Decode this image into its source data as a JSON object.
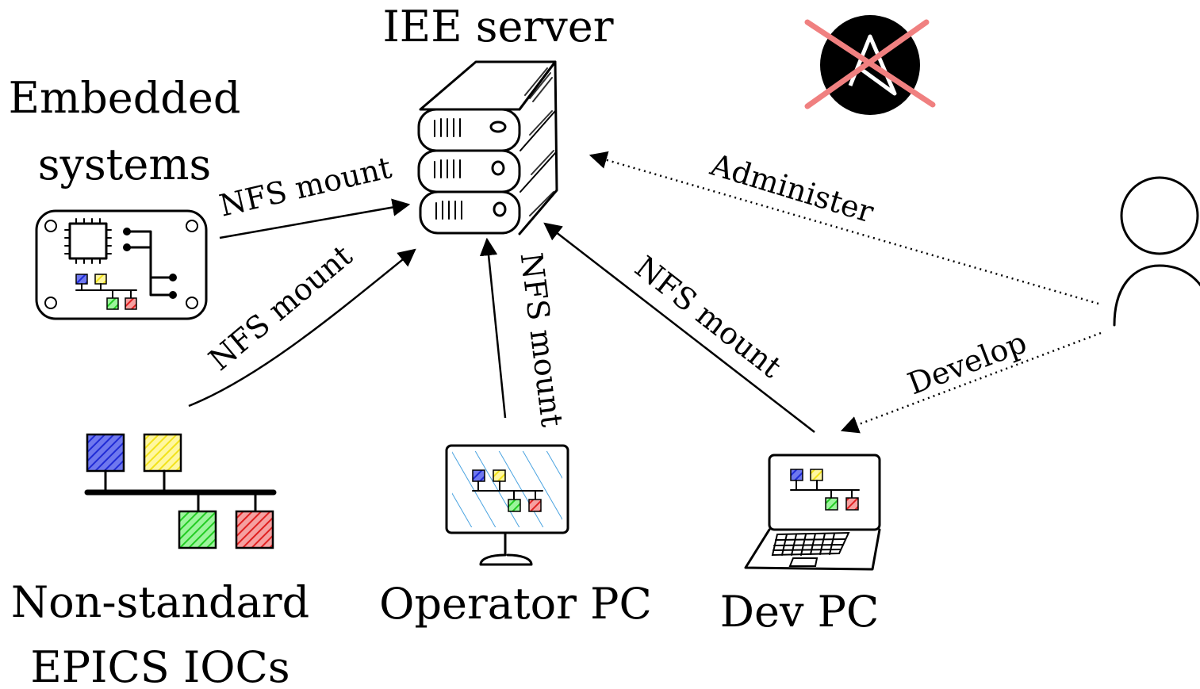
{
  "nodes": {
    "server": {
      "label": "IEE server"
    },
    "embedded": {
      "label_line1": "Embedded",
      "label_line2": "systems"
    },
    "iocs": {
      "label_line1": "Non-standard",
      "label_line2": "EPICS IOCs"
    },
    "operator": {
      "label": "Operator PC"
    },
    "dev": {
      "label": "Dev PC"
    }
  },
  "edges": {
    "embedded_to_server": "NFS mount",
    "iocs_to_server": "NFS mount",
    "operator_to_server": "NFS mount",
    "dev_to_server": "NFS mount",
    "user_administer": "Administer",
    "user_develop": "Develop"
  },
  "icons": {
    "ansible": "ansible-logo-crossed-out",
    "user": "user-icon",
    "server": "server-stack-icon",
    "board": "embedded-board-icon",
    "network": "ioc-network-icon",
    "monitor": "monitor-icon",
    "laptop": "laptop-icon"
  },
  "colors": {
    "ioc_blue": "#1f2bd6",
    "ioc_yellow": "#f2e21a",
    "ioc_green": "#22cc22",
    "ioc_red": "#e02020",
    "screen_hatch": "#4aa3e0",
    "cross": "#f08080"
  }
}
